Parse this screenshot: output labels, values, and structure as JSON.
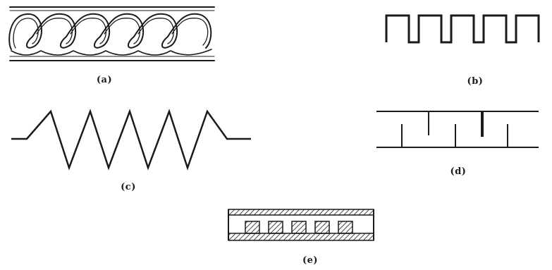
{
  "figure": {
    "ink_color": "#1a1a1a",
    "hatch_color": "#1a1a1a",
    "panels": [
      {
        "id": "a",
        "caption": "(a)",
        "kind": "coiled-spring-in-tube"
      },
      {
        "id": "b",
        "caption": "(b)",
        "kind": "square-wave"
      },
      {
        "id": "c",
        "caption": "(c)",
        "kind": "zigzag-wave"
      },
      {
        "id": "d",
        "caption": "(d)",
        "kind": "comb-between-rails"
      },
      {
        "id": "e",
        "caption": "(e)",
        "kind": "hatched-comb-channel"
      }
    ]
  }
}
